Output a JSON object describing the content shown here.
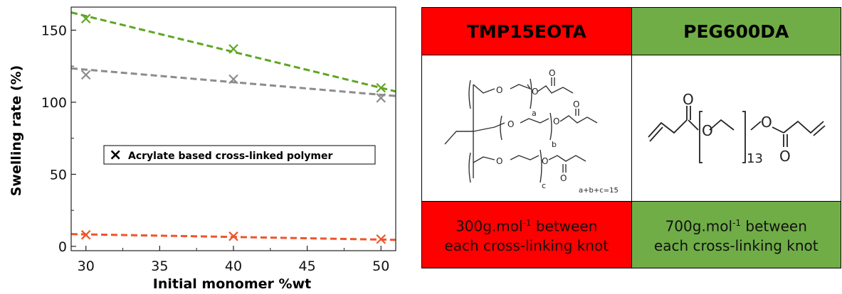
{
  "chart_data": {
    "type": "scatter",
    "title": "",
    "xlabel": "Initial monomer %wt",
    "ylabel": "Swelling rate (%)",
    "xlim": [
      29,
      51
    ],
    "ylim": [
      -3,
      166
    ],
    "xticks": [
      30,
      35,
      40,
      45,
      50
    ],
    "yticks": [
      0,
      50,
      100,
      150
    ],
    "legend": {
      "label": "Acrylate based cross-linked polymer",
      "placement": "center-left",
      "marker": "×"
    },
    "series": [
      {
        "color": "#5fa523",
        "x": [
          30,
          40,
          50
        ],
        "y": [
          158,
          137,
          110
        ],
        "fit": [
          162.3,
          107.5
        ]
      },
      {
        "color": "#8c8c8c",
        "x": [
          30,
          40,
          50
        ],
        "y": [
          119,
          116,
          103
        ],
        "fit": [
          123.5,
          104.3
        ]
      },
      {
        "color": "#f0542a",
        "x": [
          30,
          40,
          50
        ],
        "y": [
          8,
          7,
          5
        ],
        "fit": [
          8.5,
          4.5
        ]
      }
    ]
  },
  "table": {
    "columns": [
      {
        "header": "TMP15EOTA",
        "header_color": "#ff0000",
        "desc_color": "#ff0000",
        "desc_prefix": "300g.mol",
        "desc_sup": "-1",
        "desc_suffix": " between",
        "desc_line2": "each cross-linking knot",
        "structure": {
          "sub_a": "a",
          "sub_b": "b",
          "sub_c": "c",
          "note": "a+b+c=15",
          "o": "O"
        }
      },
      {
        "header": "PEG600DA",
        "header_color": "#70ad47",
        "desc_color": "#70ad47",
        "desc_prefix": "700g.mol",
        "desc_sup": "-1",
        "desc_suffix": " between",
        "desc_line2": "each cross-linking knot",
        "structure": {
          "o": "O",
          "n": "13"
        }
      }
    ]
  }
}
